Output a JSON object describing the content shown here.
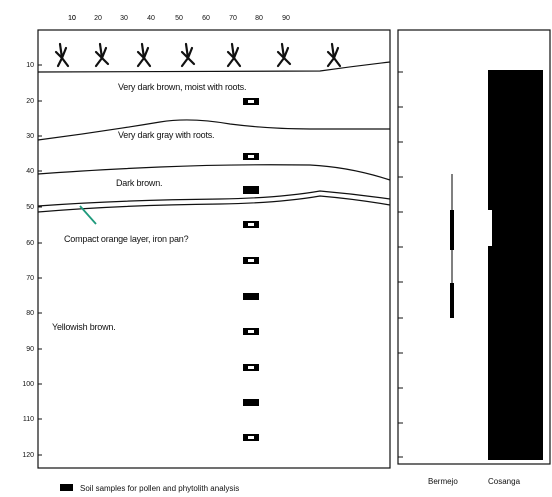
{
  "profile": {
    "top_ticks": [
      "10",
      "20",
      "30",
      "40",
      "50",
      "60",
      "70",
      "80",
      "90"
    ],
    "depth_ticks": [
      "10",
      "20",
      "30",
      "40",
      "50",
      "60",
      "70",
      "80",
      "90",
      "100",
      "110",
      "120"
    ],
    "layers": {
      "l1": "Very dark brown, moist with roots.",
      "l2": "Very dark gray with roots.",
      "l3": "Dark brown.",
      "l4": "Compact orange layer, iron pan?",
      "l5": "Yellowish brown."
    },
    "legend": "Soil samples for pollen and phytolith analysis",
    "colors": {
      "line": "#111111",
      "sample": "#000000",
      "arrow": "#1f9a7c"
    }
  },
  "bar_panel": {
    "labels": [
      "Bermejo",
      "Cosanga"
    ]
  }
}
